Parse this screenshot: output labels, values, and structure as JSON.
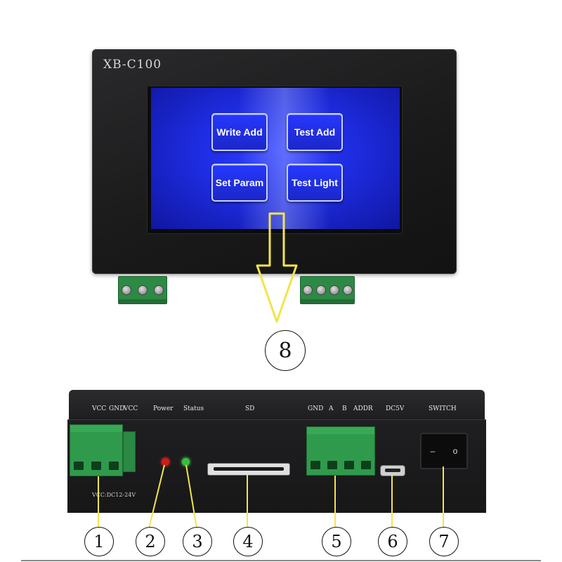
{
  "device": {
    "model": "XB-C100",
    "screen_buttons": [
      "Write Add",
      "Test Add",
      "Set Param",
      "Test Light"
    ]
  },
  "callouts": {
    "screen": "8",
    "ports": [
      "1",
      "2",
      "3",
      "4",
      "5",
      "6",
      "7"
    ]
  },
  "back_panel": {
    "labels": {
      "vcc1": "VCC",
      "gnd1": "GND",
      "vcc2": "VCC",
      "power": "Power",
      "status": "Status",
      "sd": "SD",
      "gnd2": "GND",
      "a": "A",
      "b": "B",
      "addr": "ADDR",
      "dc5v": "DC5V",
      "switch": "SWITCH"
    },
    "vcc_note": "VCC:DC12-24V",
    "switch_symbols": [
      "–",
      "o"
    ]
  },
  "colors": {
    "screen_blue": "#1e2ce0",
    "terminal_green": "#2f9a4c",
    "power_led": "#d11a1a",
    "status_led": "#32c23a",
    "arrow_yellow": "#f2e54a"
  }
}
